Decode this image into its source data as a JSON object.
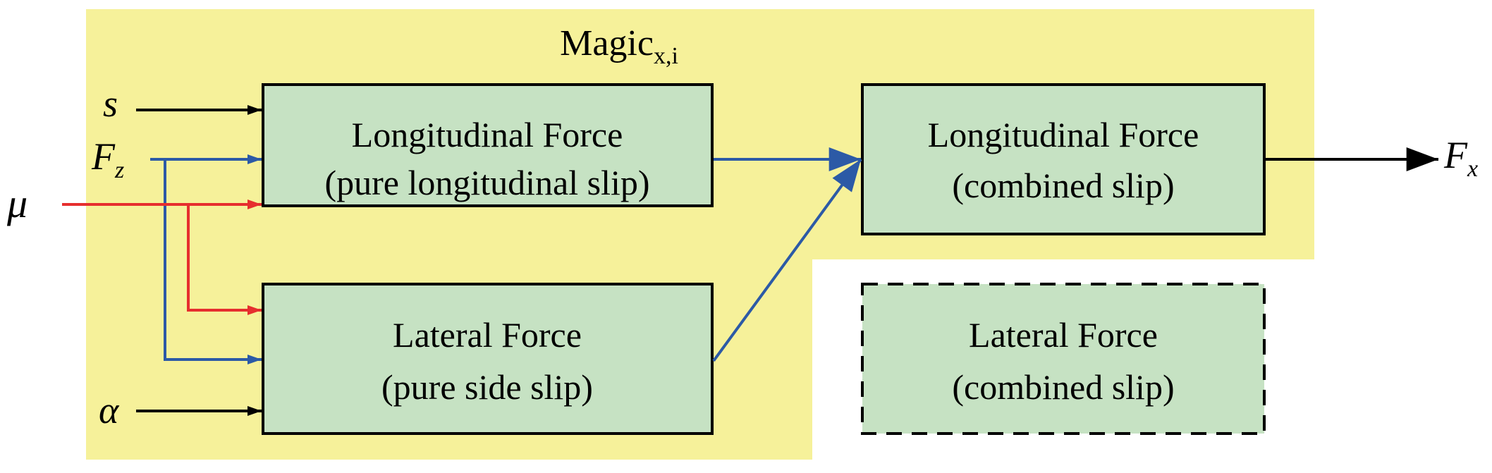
{
  "region": {
    "title": "Magic",
    "title_subscript": "x,i",
    "fill_color": "#f6f19a"
  },
  "inputs": {
    "slip": "s",
    "vertical_load": "F",
    "vertical_load_subscript": "z",
    "friction": "μ",
    "slip_angle": "α"
  },
  "output": {
    "label": "F",
    "subscript": "x"
  },
  "blocks": {
    "long_pure": {
      "line1": "Longitudinal Force",
      "line2": "(pure longitudinal slip)"
    },
    "lat_pure": {
      "line1": "Lateral Force",
      "line2": "(pure side slip)"
    },
    "long_combined": {
      "line1": "Longitudinal Force",
      "line2": "(combined slip)"
    },
    "lat_combined": {
      "line1": "Lateral Force",
      "line2": "(combined slip)"
    }
  },
  "colors": {
    "block_fill": "#c6e2c3",
    "black": "#000000",
    "blue": "#2c5aa6",
    "red": "#e62e2e"
  }
}
